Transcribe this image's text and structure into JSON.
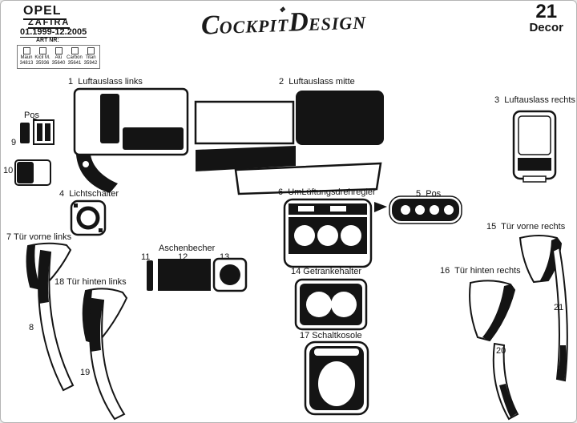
{
  "header": {
    "brand": "OPEL",
    "model": "ZAFIRA",
    "years": "01.1999-12.2005",
    "art_nr_label": "ART NR:",
    "finishes": [
      {
        "name": "Maun",
        "code": "34813"
      },
      {
        "name": "Kicil M.",
        "code": "35936"
      },
      {
        "name": "Alü",
        "code": "35640"
      },
      {
        "name": "Carbon",
        "code": "35641"
      },
      {
        "name": "Titan",
        "code": "35942"
      }
    ],
    "piece_count": "21",
    "decor_label": "Decor"
  },
  "logo": {
    "c1": "C",
    "rest1": "OCKPIT",
    "c2": "D",
    "rest2": "ESIGN",
    "ornament": "❖"
  },
  "labels": {
    "l1": "1  Luftauslass links",
    "l2": "2  Luftauslass mitte",
    "l3": "3  Luftauslass rechts",
    "l4": "4  Lichtschalter",
    "l5": "5  Pos",
    "l6": "6  UmLüftungsdrehregler",
    "l7": "7 Tür vorne links",
    "l8": "8",
    "l9": "9",
    "l9_pos": "Pos",
    "l10": "10",
    "l11": "11",
    "l12": "12",
    "l12_name": "Aschenbecher",
    "l13": "13",
    "l14": "14 Getrankehalter",
    "l15": "15  Tür vorne rechts",
    "l16": "16  Tür hinten rechts",
    "l17": "17 Schaltkosole",
    "l18": "18 Tür hinten links",
    "l19": "19",
    "l20": "20",
    "l21": "21"
  }
}
